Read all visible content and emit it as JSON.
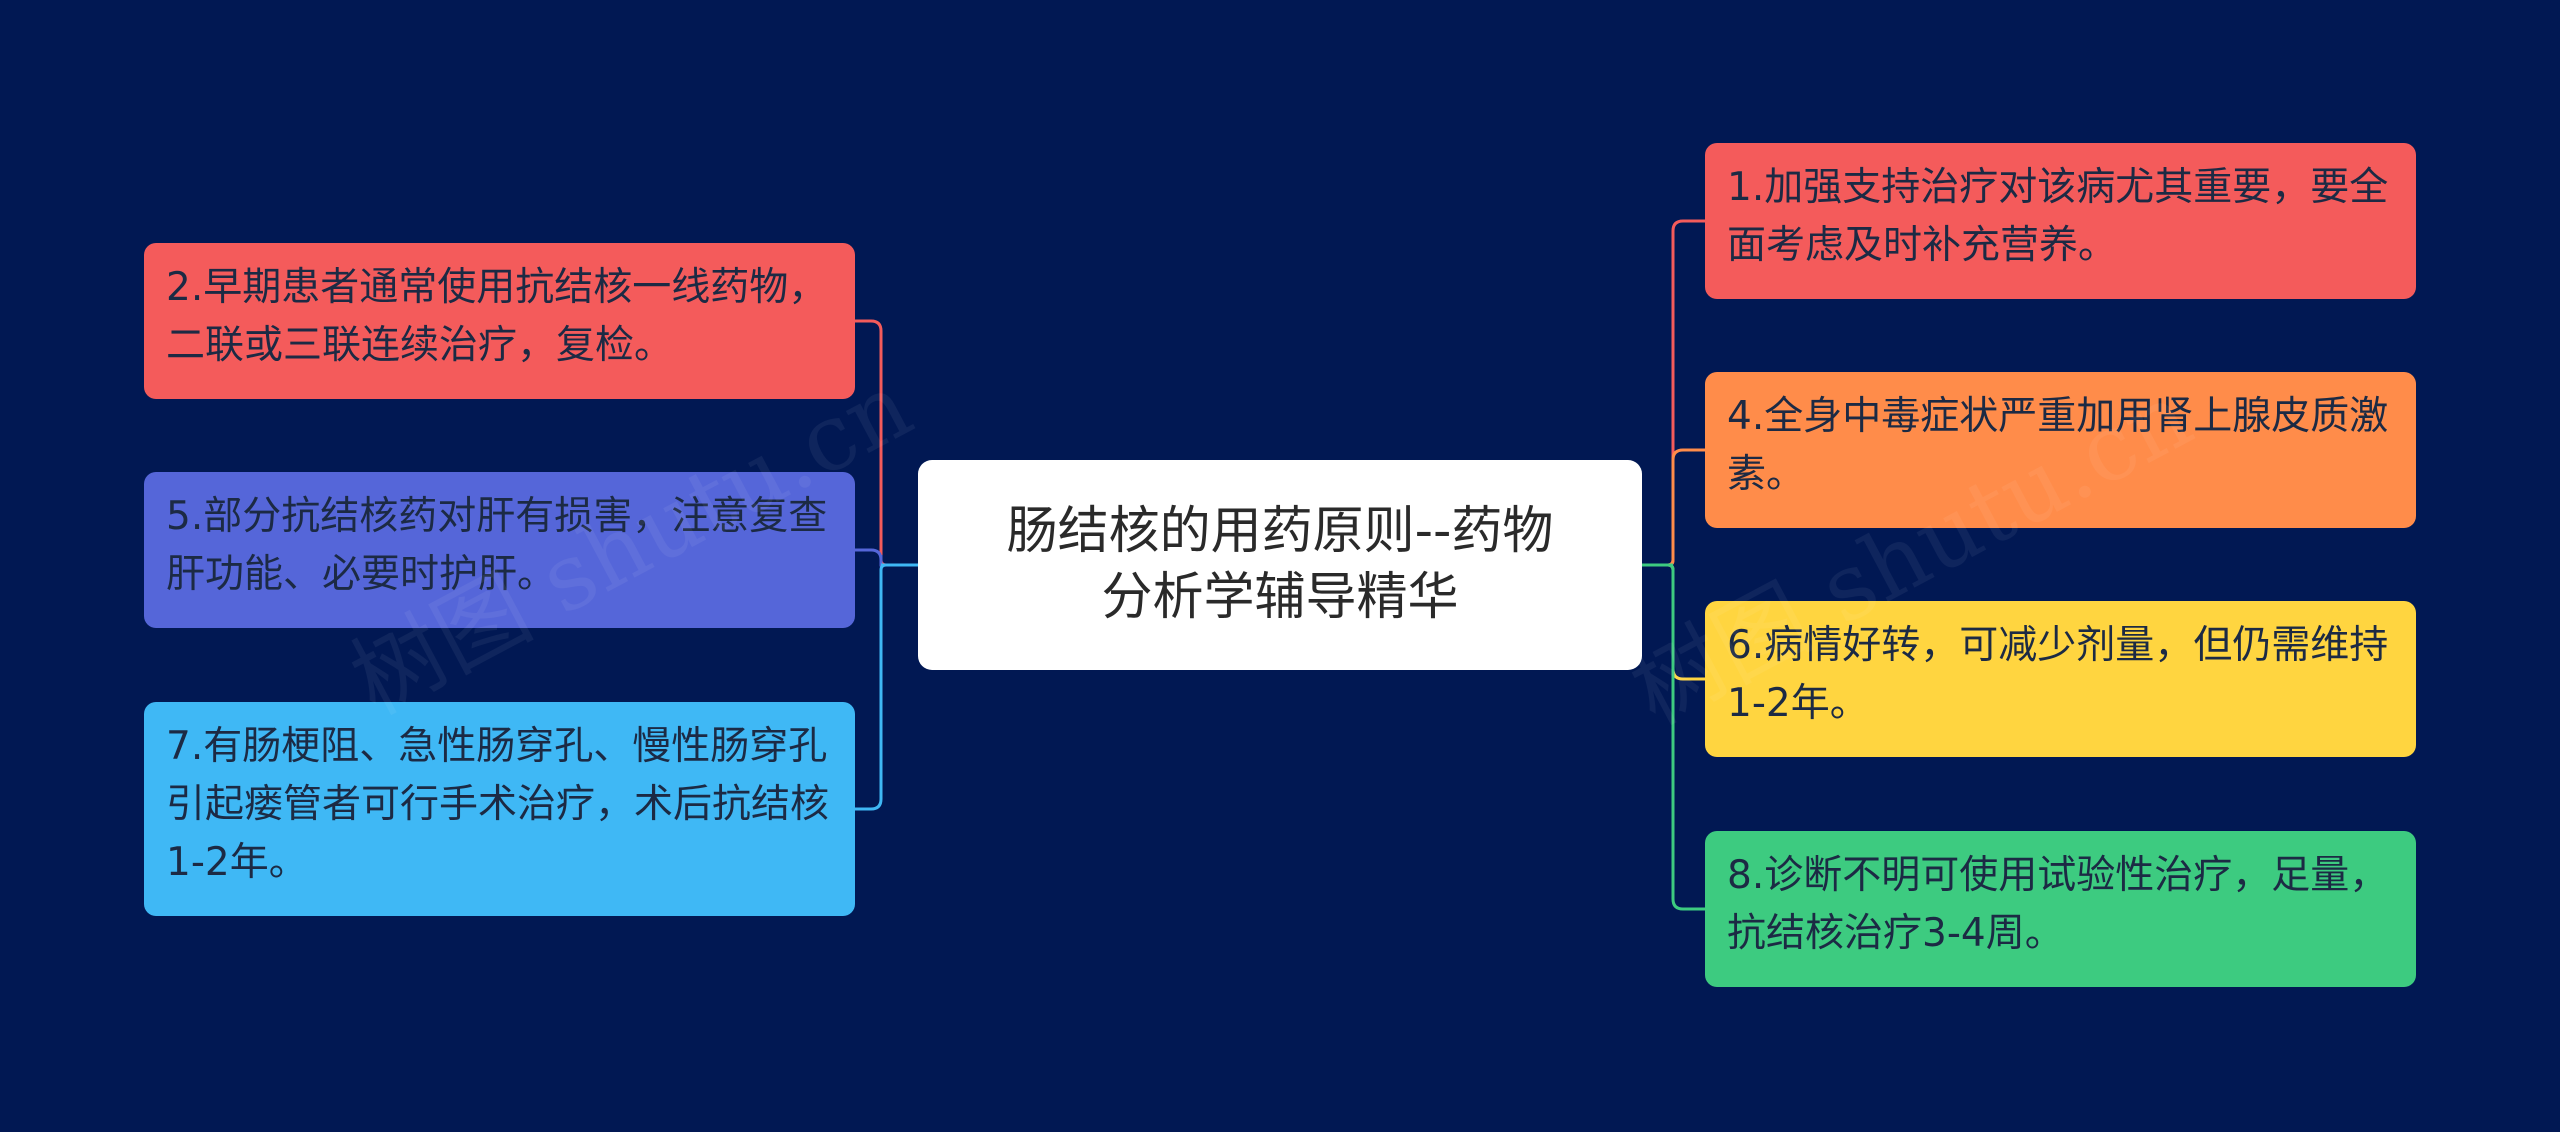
{
  "root": {
    "line1": "肠结核的用药原则--药物",
    "line2": "分析学辅导精华"
  },
  "branches": {
    "n1": {
      "text": "1.加强支持治疗对该病尤其重要，要全面考虑及时补充营养。",
      "color": "#f45b5b"
    },
    "n2": {
      "text": "2.早期患者通常使用抗结核一线药物，二联或三联连续治疗，复检。",
      "color": "#f45b5b"
    },
    "n4": {
      "text": "4.全身中毒症状严重加用肾上腺皮质激素。",
      "color": "#ff8c4a"
    },
    "n5": {
      "text": "5.部分抗结核药对肝有损害，注意复查肝功能、必要时护肝。",
      "color": "#5566d9"
    },
    "n6": {
      "text": "6.病情好转，可减少剂量，但仍需维持1-2年。",
      "color": "#ffd540"
    },
    "n7": {
      "text": "7.有肠梗阻、急性肠穿孔、慢性肠穿孔引起瘘管者可行手术治疗，术后抗结核1-2年。",
      "color": "#3fb8f5"
    },
    "n8": {
      "text": "8.诊断不明可使用试验性治疗，足量，抗结核治疗3-4周。",
      "color": "#3dcb80"
    }
  },
  "watermark": "树图 shutu.cn",
  "colors": {
    "background": "#011853",
    "root": "#ffffff"
  }
}
